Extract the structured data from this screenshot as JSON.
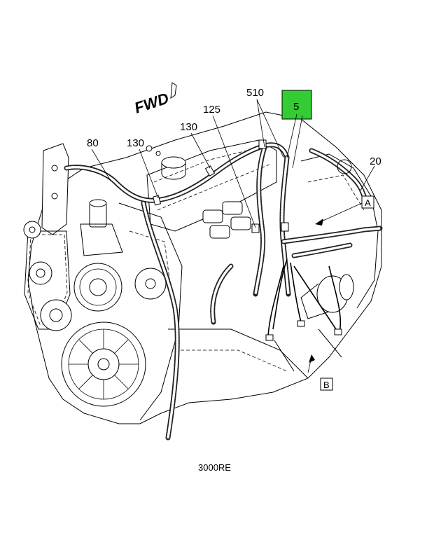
{
  "diagram": {
    "direction_label": "FWD",
    "caption": "3000RE",
    "highlight_color": "#33cc33",
    "callouts": {
      "c5": "5",
      "c510": "510",
      "c125": "125",
      "c130_top": "130",
      "c80": "80",
      "c130_left": "130",
      "c20": "20"
    },
    "view_boxes": {
      "a": "A",
      "b": "B"
    }
  }
}
